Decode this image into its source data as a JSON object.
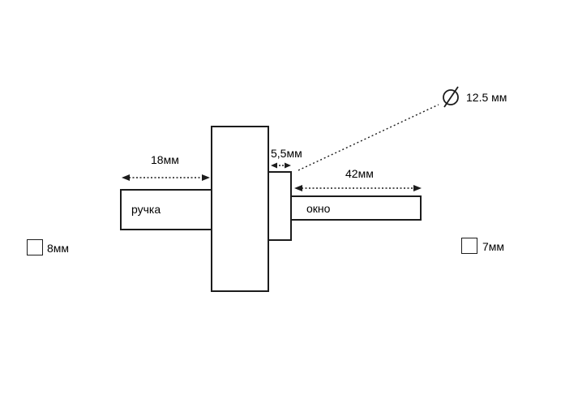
{
  "diagram": {
    "labels": {
      "dim_left": "18мм",
      "dim_middle": "5,5мм",
      "dim_right": "42мм",
      "handle": "ручка",
      "window": "окно",
      "diameter_value": "12.5 мм",
      "square_left": "8мм",
      "square_right": "7мм"
    },
    "colors": {
      "line": "#1c1c1c",
      "background": "#ffffff"
    }
  }
}
